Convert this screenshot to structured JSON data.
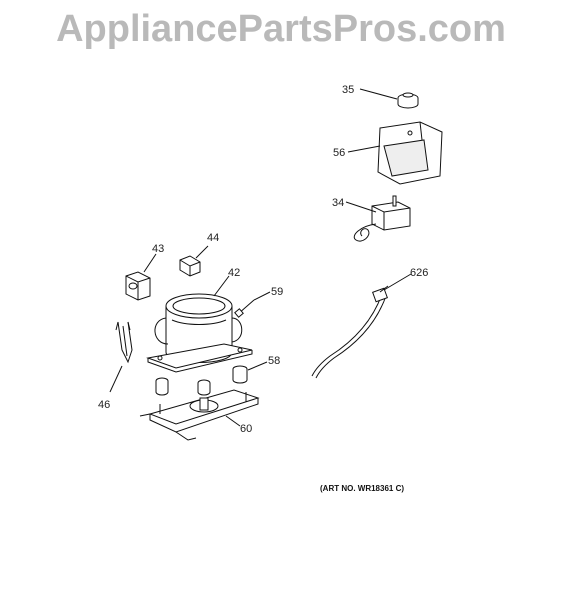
{
  "watermark": "AppliancePartsPros.com",
  "callouts": {
    "c35": "35",
    "c56": "56",
    "c34": "34",
    "c43": "43",
    "c44": "44",
    "c42": "42",
    "c59": "59",
    "c626": "626",
    "c58": "58",
    "c46": "46",
    "c60": "60"
  },
  "art_number": "(ART NO. WR18361 C)"
}
